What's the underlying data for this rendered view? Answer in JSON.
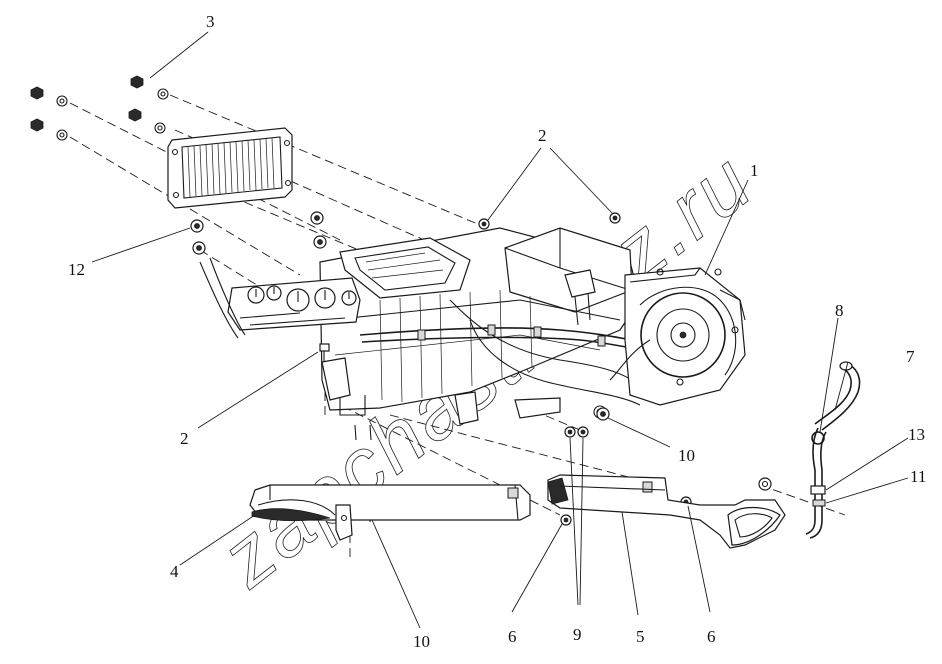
{
  "watermark": "zapchasti-vaz.ru",
  "corner_mark": "",
  "callouts": {
    "c1": "1",
    "c2a": "2",
    "c2b": "2",
    "c3": "3",
    "c4": "4",
    "c5": "5",
    "c6a": "6",
    "c6b": "6",
    "c7": "7",
    "c8": "8",
    "c9": "9",
    "c10a": "10",
    "c10b": "10",
    "c11": "11",
    "c12": "12",
    "c13": "13"
  }
}
